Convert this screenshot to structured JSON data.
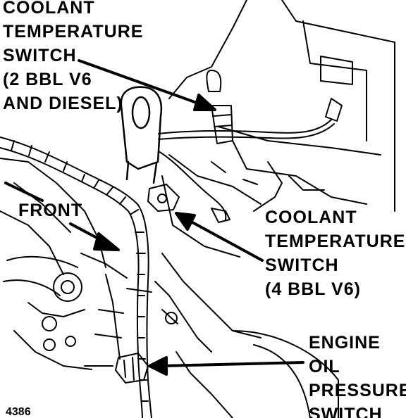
{
  "labels": {
    "coolant_2bbl": [
      "COOLANT",
      "TEMPERATURE",
      "SWITCH",
      "(2 BBL V6",
      "AND DIESEL)"
    ],
    "front": "FRONT",
    "coolant_4bbl": [
      "COOLANT",
      "TEMPERATURE",
      "SWITCH",
      "(4 BBL V6)"
    ],
    "oil_pressure": [
      "ENGINE",
      "OIL",
      "PRESSURE",
      "SWITCH"
    ],
    "figure_code": "4386"
  },
  "colors": {
    "ink": "#000000",
    "paper": "#ffffff"
  }
}
